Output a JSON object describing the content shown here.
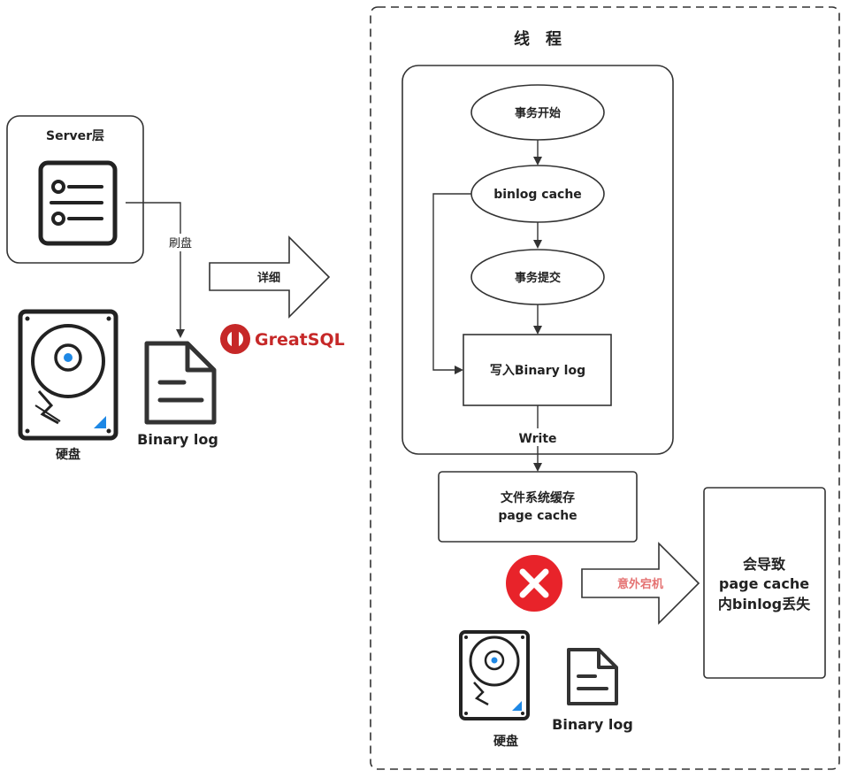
{
  "left": {
    "server_layer": "Server层",
    "flush_label": "刷盘",
    "disk_label": "硬盘",
    "binlog_label": "Binary log",
    "detail_label": "详细",
    "brand_name": "GreatSQL"
  },
  "thread": {
    "title": "线　程",
    "tx_start": "事务开始",
    "binlog_cache": "binlog cache",
    "tx_commit": "事务提交",
    "write_binlog": "写入Binary log",
    "write_label": "Write",
    "fs_cache_line1": "文件系统缓存",
    "fs_cache_line2": "page cache",
    "crash_label": "意外宕机",
    "result_line1": "会导致",
    "result_line2": "page cache",
    "result_line3": "内binlog丢失",
    "disk_label": "硬盘",
    "binlog_label": "Binary log"
  },
  "colors": {
    "stroke": "#333333",
    "accent_blue": "#1e88e5",
    "error_red": "#e8232a",
    "crash_text": "#e57373",
    "brand_red": "#c62828"
  }
}
